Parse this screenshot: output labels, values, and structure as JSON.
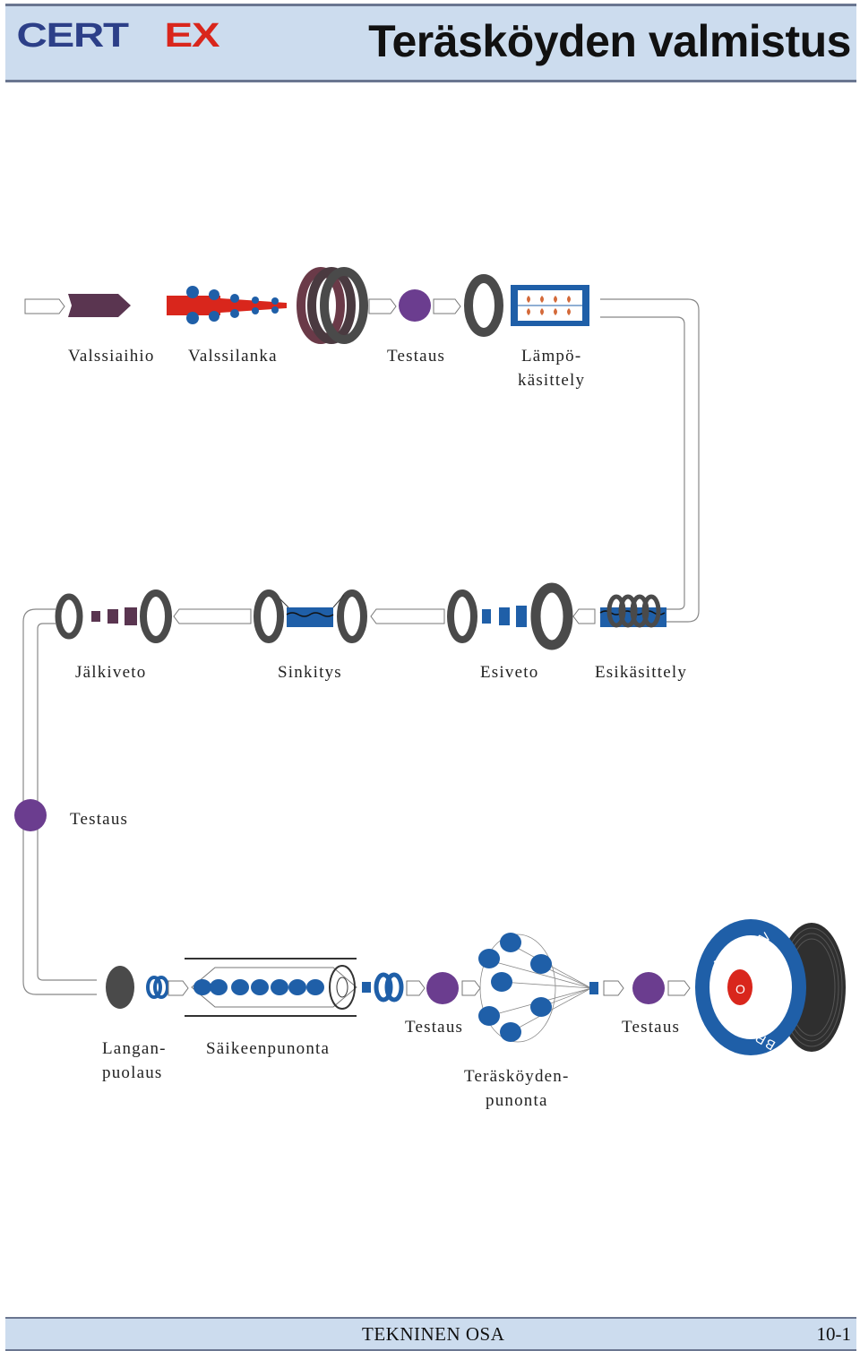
{
  "header": {
    "logo_text": "CERTEX",
    "title": "Teräsköyden valmistus"
  },
  "footer": {
    "section": "TEKNINEN OSA",
    "page": "10-1"
  },
  "diagram": {
    "labels": {
      "valssiaihio": "Valssiaihio",
      "valssilanka": "Valssilanka",
      "testaus_1": "Testaus",
      "lampokasittely_1": "Lämpö-",
      "lampokasittely_2": "käsittely",
      "jalkiveto": "Jälkiveto",
      "sinkitys": "Sinkitys",
      "esiveto": "Esiveto",
      "esikasittely": "Esikäsittely",
      "testaus_2": "Testaus",
      "langanpuolaus_1": "Langan-",
      "langanpuolaus_2": "puolaus",
      "saikeenpunonta": "Säikeenpunonta",
      "testaus_3": "Testaus",
      "teraskoydenpunonta_1": "Teräsköyden-",
      "teraskoydenpunonta_2": "punonta",
      "testaus_4": "Testaus"
    },
    "drum_brand_top": "BRIDON",
    "drum_brand_bottom": "BRIDON",
    "drum_center": "O"
  },
  "colors": {
    "header_bg": "#ccdcee",
    "rule": "#6a7690",
    "billet": "#5a3550",
    "rod": "#d9261c",
    "test_circle": "#6b3d8f",
    "coil": "#4a4a4a",
    "blue": "#1f5fa8",
    "drum_red": "#d9261c"
  }
}
